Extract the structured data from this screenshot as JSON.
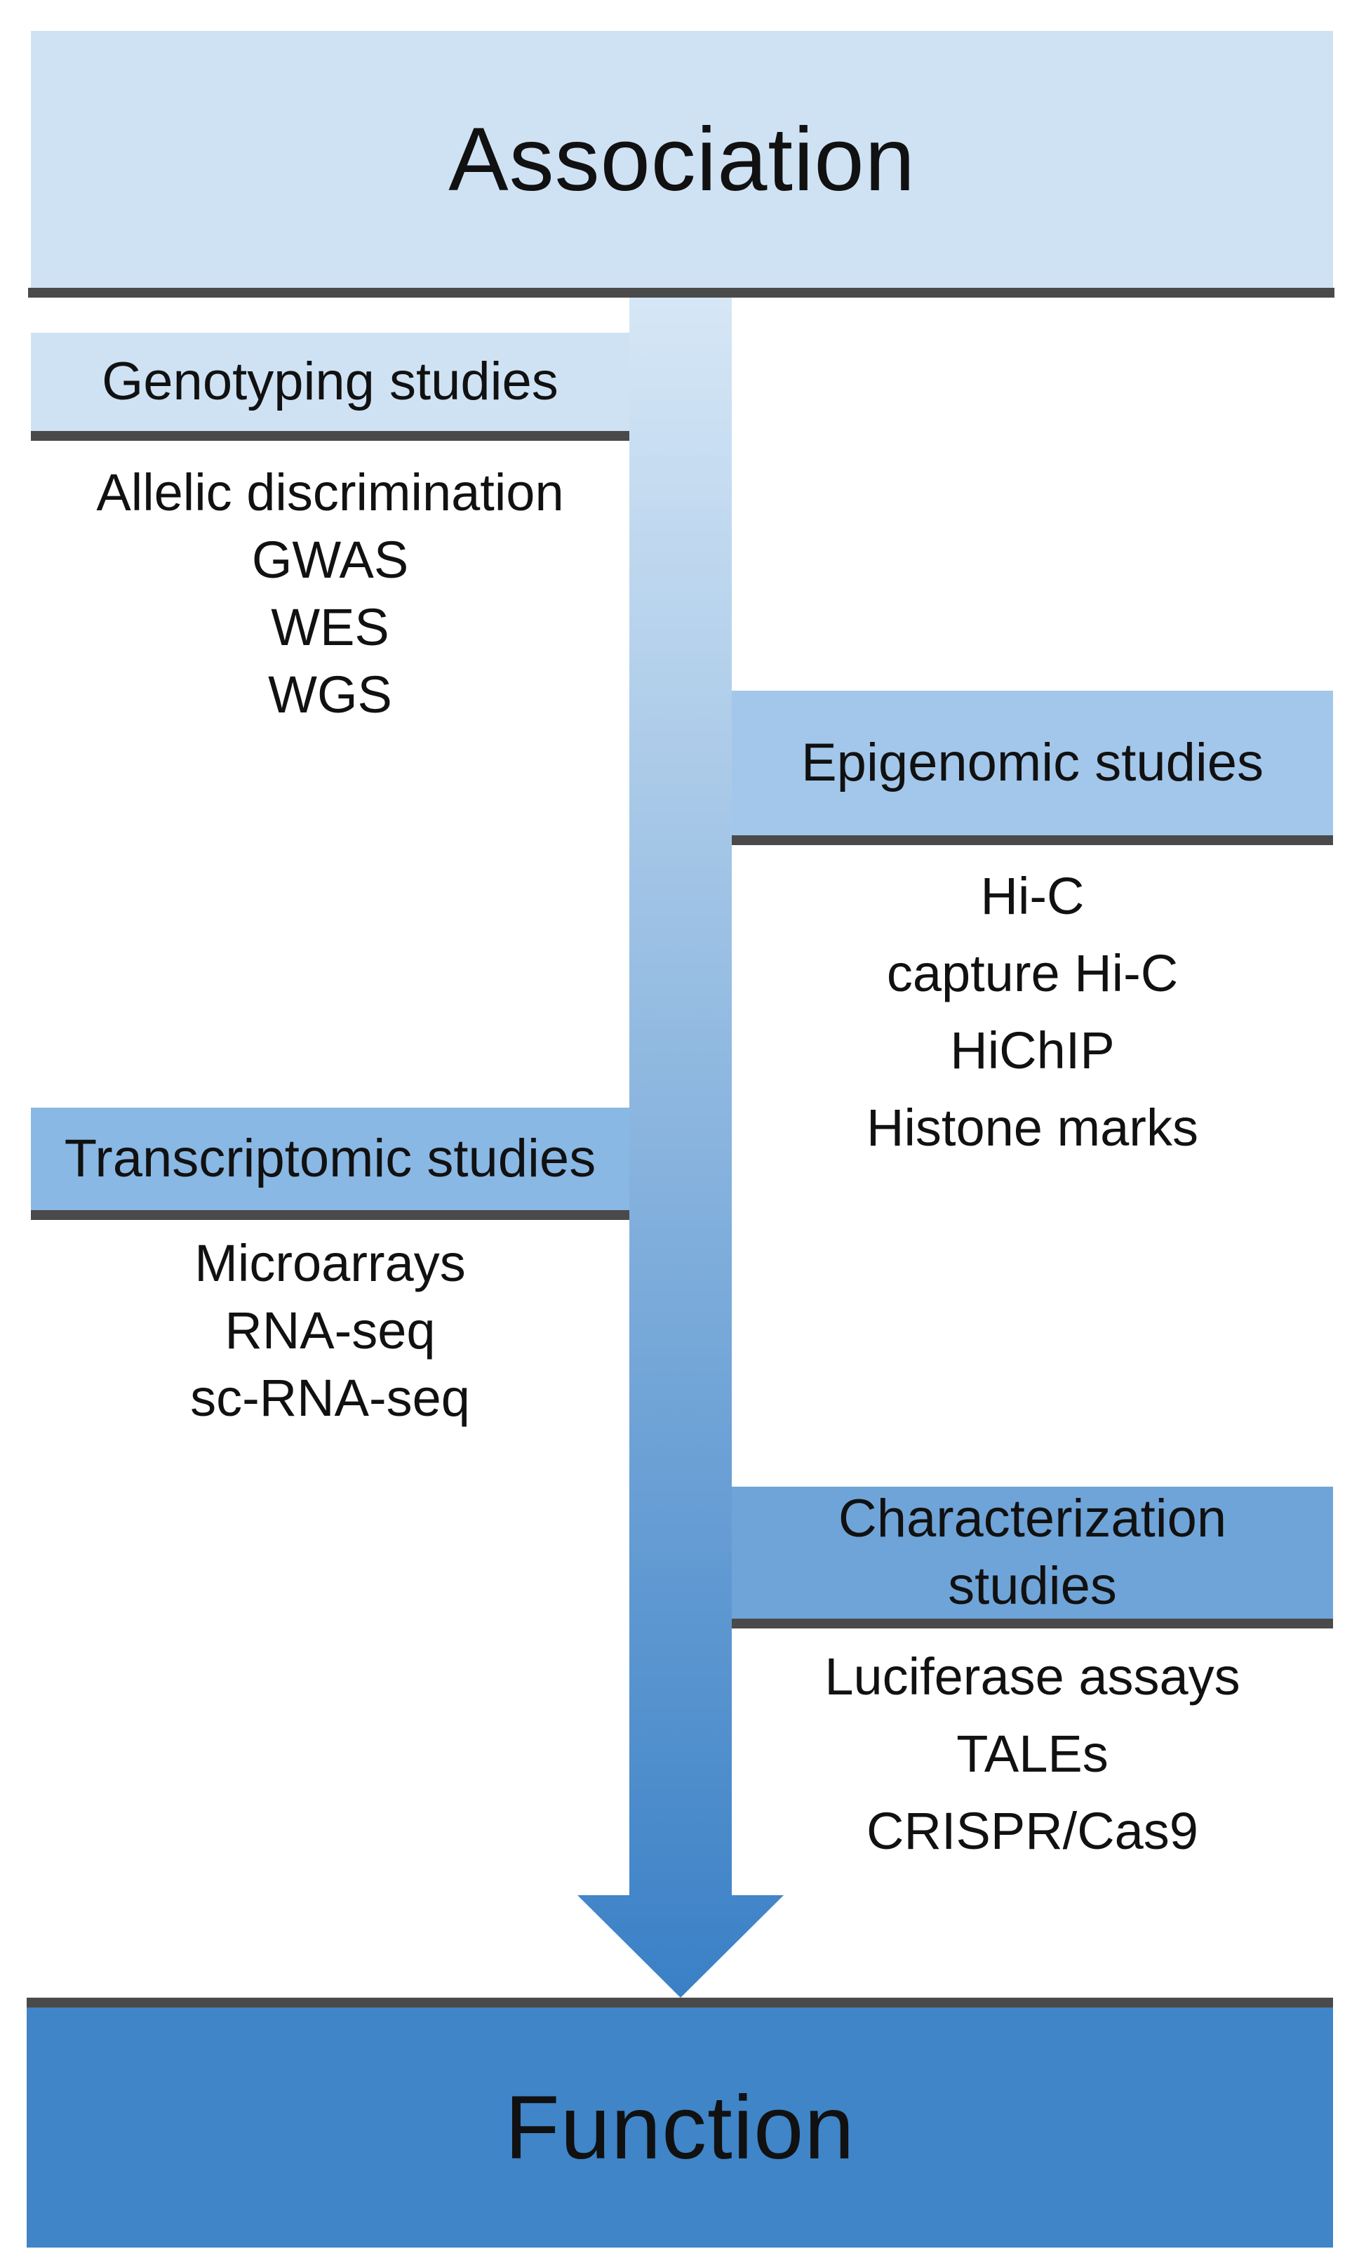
{
  "diagram": {
    "top_label": "Association",
    "bottom_label": "Function",
    "sections": {
      "genotyping": {
        "title": "Genotyping studies",
        "items": [
          "Allelic discrimination",
          "GWAS",
          "WES",
          "WGS"
        ]
      },
      "epigenomic": {
        "title": "Epigenomic studies",
        "items": [
          "Hi-C",
          "capture Hi-C",
          "HiChIP",
          "Histone marks"
        ]
      },
      "transcriptomic": {
        "title": "Transcriptomic studies",
        "items": [
          "Microarrays",
          "RNA-seq",
          "sc-RNA-seq"
        ]
      },
      "characterization": {
        "title": "Characterization studies",
        "items": [
          "Luciferase assays",
          "TALEs",
          "CRISPR/Cas9"
        ]
      }
    },
    "colors": {
      "top_box": "#cfe2f4",
      "genotyping_header": "#cfe2f4",
      "epigenomic_header": "#a3c7ea",
      "transcriptomic_header": "#8ab8e4",
      "characterization_header": "#6fa4d8",
      "bottom_box": "#3f85c8",
      "arrow_top": "#d6e7f6",
      "arrow_bottom": "#3a80c6",
      "rule": "#4a4a4a"
    }
  }
}
